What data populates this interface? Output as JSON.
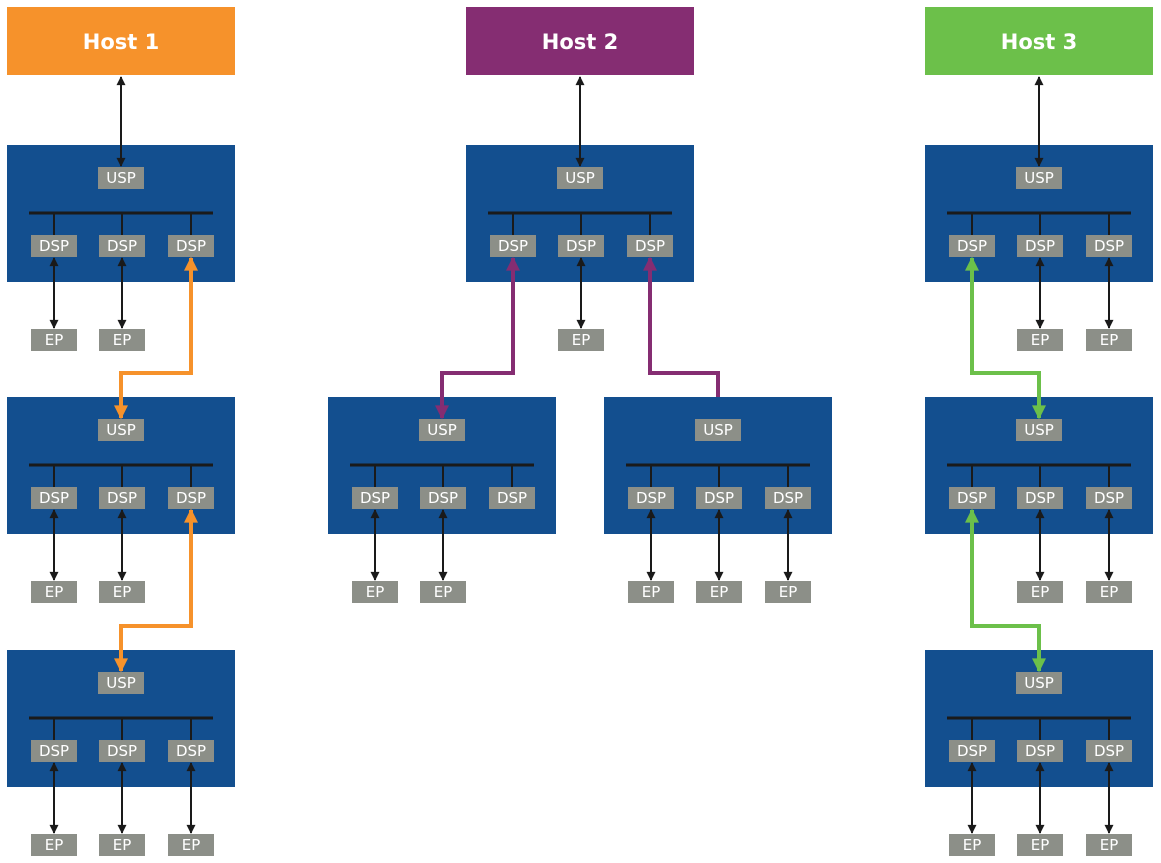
{
  "colors": {
    "switch_fill": "#134f8f",
    "port_fill": "#8c8f88",
    "bus": "#1a1a1a",
    "link": "#1a1a1a",
    "host1": "#f6922b",
    "host2": "#852d72",
    "host3": "#6cc04a"
  },
  "port_labels": {
    "upstream": "USP",
    "downstream": "DSP",
    "endpoint": "EP"
  },
  "hosts": [
    {
      "id": "host1",
      "label": "Host 1",
      "color_key": "host1"
    },
    {
      "id": "host2",
      "label": "Host 2",
      "color_key": "host2"
    },
    {
      "id": "host3",
      "label": "Host 3",
      "color_key": "host3"
    }
  ],
  "switches": [
    {
      "id": "h1s1",
      "connected_to": "host1"
    },
    {
      "id": "h1s2",
      "connected_to": "h1s1.dsp3"
    },
    {
      "id": "h1s3",
      "connected_to": "h1s2.dsp3"
    },
    {
      "id": "h2s1",
      "connected_to": "host2"
    },
    {
      "id": "h2s2",
      "connected_to": "h2s1.dsp1"
    },
    {
      "id": "h2s3",
      "connected_to": "h2s1.dsp3"
    },
    {
      "id": "h3s1",
      "connected_to": "host3"
    },
    {
      "id": "h3s2",
      "connected_to": "h3s1.dsp1"
    },
    {
      "id": "h3s3",
      "connected_to": "h3s2.dsp1"
    }
  ],
  "endpoints_per_switch": {
    "h1s1": 2,
    "h1s2": 2,
    "h1s3": 3,
    "h2s1": 1,
    "h2s2": 2,
    "h2s3": 3,
    "h3s1": 2,
    "h3s2": 2,
    "h3s3": 3
  }
}
